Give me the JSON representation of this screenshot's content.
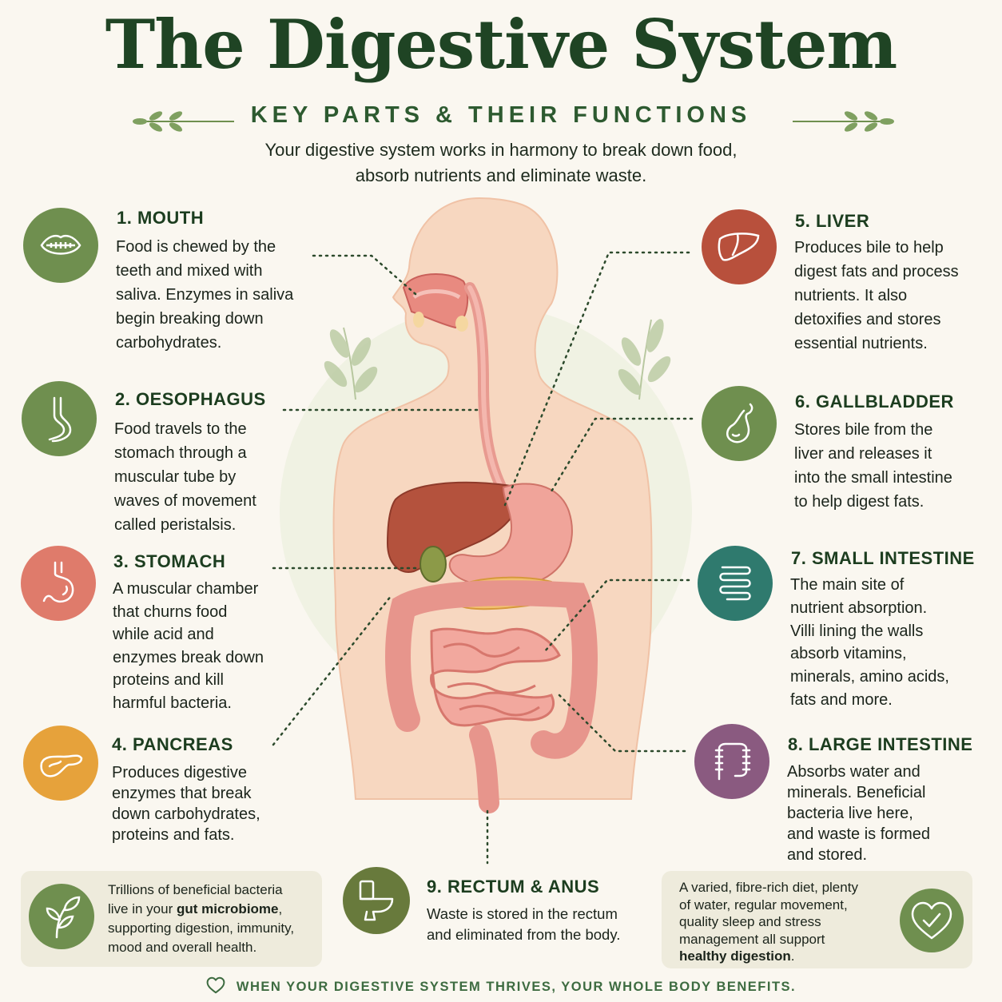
{
  "title": "The Digestive System",
  "subtitle": "KEY PARTS & THEIR FUNCTIONS",
  "intro": {
    "line1": "Your digestive system works in harmony to break down food,",
    "line2": "absorb nutrients and eliminate waste."
  },
  "parts": [
    {
      "heading": "1. MOUTH",
      "lines": [
        "Food is chewed by the",
        "teeth and mixed with",
        "saliva. Enzymes in saliva",
        "begin breaking down",
        "carbohydrates."
      ],
      "icon": "mouth-icon",
      "color": "#6f8f4f"
    },
    {
      "heading": "2. OESOPHAGUS",
      "lines": [
        "Food travels to the",
        "stomach through a",
        "muscular tube by",
        "waves of movement",
        "called peristalsis."
      ],
      "icon": "oesophagus-icon",
      "color": "#6f8f4f"
    },
    {
      "heading": "3. STOMACH",
      "lines": [
        "A muscular chamber",
        "that churns food",
        "while acid and",
        "enzymes break down",
        "proteins and kill",
        "harmful bacteria."
      ],
      "icon": "stomach-icon",
      "color": "#df7b6b"
    },
    {
      "heading": "4. PANCREAS",
      "lines": [
        "Produces digestive",
        "enzymes that break",
        "down carbohydrates,",
        "proteins and fats."
      ],
      "icon": "pancreas-icon",
      "color": "#e6a23b"
    },
    {
      "heading": "5. LIVER",
      "lines": [
        "Produces bile to help",
        "digest fats and process",
        "nutrients. It also",
        "detoxifies and stores",
        "essential nutrients."
      ],
      "icon": "liver-icon",
      "color": "#b8503c"
    },
    {
      "heading": "6. GALLBLADDER",
      "lines": [
        "Stores bile from the",
        "liver and releases it",
        "into the small intestine",
        "to help digest fats."
      ],
      "icon": "gallbladder-icon",
      "color": "#6f8f4f"
    },
    {
      "heading": "7. SMALL INTESTINE",
      "lines": [
        "The main site of",
        "nutrient absorption.",
        "Villi lining the walls",
        "absorb vitamins,",
        "minerals, amino acids,",
        "fats and more."
      ],
      "icon": "small-intestine-icon",
      "color": "#2f7a6e"
    },
    {
      "heading": "8. LARGE INTESTINE",
      "lines": [
        "Absorbs water and",
        "minerals. Beneficial",
        "bacteria live here,",
        "and waste is formed",
        "and stored."
      ],
      "icon": "large-intestine-icon",
      "color": "#8a5a80"
    },
    {
      "heading": "9. RECTUM & ANUS",
      "lines": [
        "Waste is stored in the rectum",
        "and eliminated from the body."
      ],
      "icon": "toilet-icon",
      "color": "#687a3c"
    }
  ],
  "microbiome": {
    "line1": "Trillions of beneficial bacteria",
    "line2_pre": "live in your ",
    "line2_bold": "gut microbiome",
    "line2_post": ",",
    "line3": "supporting digestion, immunity,",
    "line4": "mood and overall health.",
    "icon": "sprout-icon"
  },
  "healthy": {
    "line1": "A varied, fibre-rich diet, plenty",
    "line2": "of water, regular movement,",
    "line3": "quality sleep and stress",
    "line4": "management all support",
    "line5_bold": "healthy digestion",
    "line5_post": ".",
    "icon": "heart-check-icon"
  },
  "footer": "WHEN YOUR DIGESTIVE SYSTEM THRIVES, YOUR WHOLE BODY BENEFITS.",
  "colors": {
    "title": "#1f4424",
    "accent_green": "#6f8f4f",
    "panel": "#eeebdc",
    "background": "#faf7f0"
  }
}
